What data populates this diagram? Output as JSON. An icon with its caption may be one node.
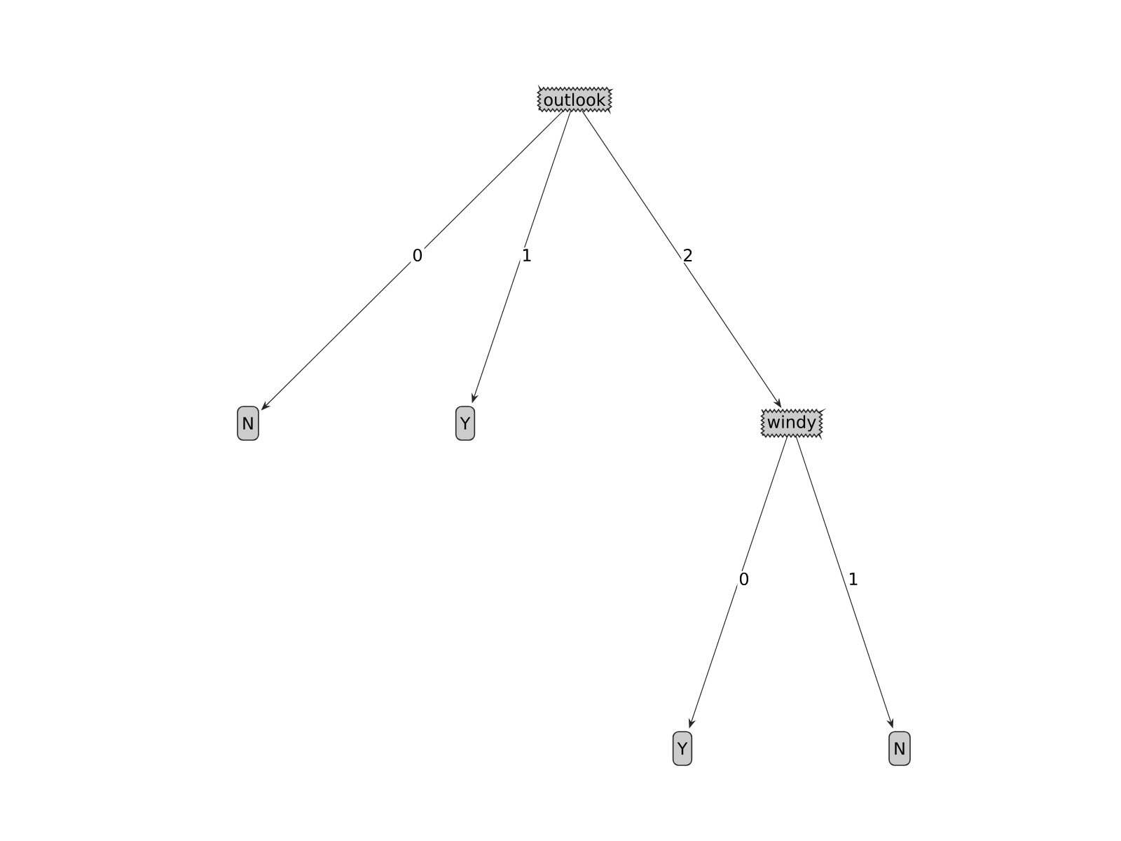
{
  "diagram": {
    "nodes": [
      {
        "text": [
          "outlook"
        ]
      },
      {
        "text": [
          "N"
        ]
      },
      {
        "text": [
          "Y"
        ]
      },
      {
        "text": [
          "windy"
        ]
      },
      {
        "text": [
          "Y"
        ]
      },
      {
        "text": [
          "N"
        ]
      }
    ],
    "edges": [
      {
        "from": 0,
        "to": 1,
        "arrow": "to",
        "label": "0"
      },
      {
        "from": 0,
        "to": 2,
        "arrow": "to",
        "label": "1"
      },
      {
        "from": 0,
        "to": 3,
        "arrow": "to",
        "label": "2"
      },
      {
        "from": 3,
        "to": 4,
        "arrow": "to",
        "label": "0"
      },
      {
        "from": 3,
        "to": 5,
        "arrow": "to",
        "label": "1"
      }
    ]
  }
}
